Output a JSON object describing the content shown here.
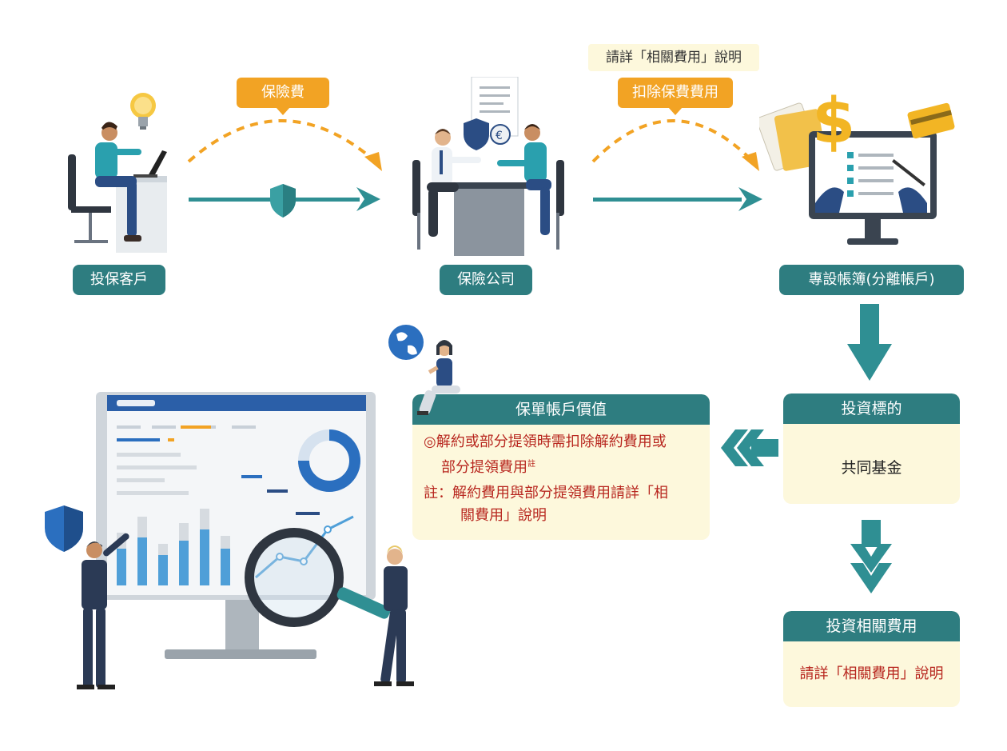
{
  "top_flow": {
    "node_client": "投保客戶",
    "node_insurer": "保險公司",
    "node_separate_account": "專設帳簿(分離帳戶)",
    "arrow1_tag": "保險費",
    "arrow2_tag": "扣除保費費用",
    "arrow2_note": "請詳「相關費用」說明"
  },
  "invest_target": {
    "title": "投資標的",
    "content": "共同基金"
  },
  "policy_value": {
    "title": "保單帳戶價值",
    "line1": "◎解約或部分提領時需扣除解約費用或",
    "line2": "部分提領費用",
    "line2_sup": "註",
    "note_line1": "註：解約費用與部分提領費用請詳「相",
    "note_line2": "關費用」說明"
  },
  "invest_fees": {
    "title": "投資相關費用",
    "content": "請詳「相關費用」說明"
  },
  "colors": {
    "teal": "#2e7d80",
    "arrow_teal": "#2f8f93",
    "orange": "#f2a324",
    "cream": "#fdf8dc",
    "red_text": "#b8271f"
  }
}
